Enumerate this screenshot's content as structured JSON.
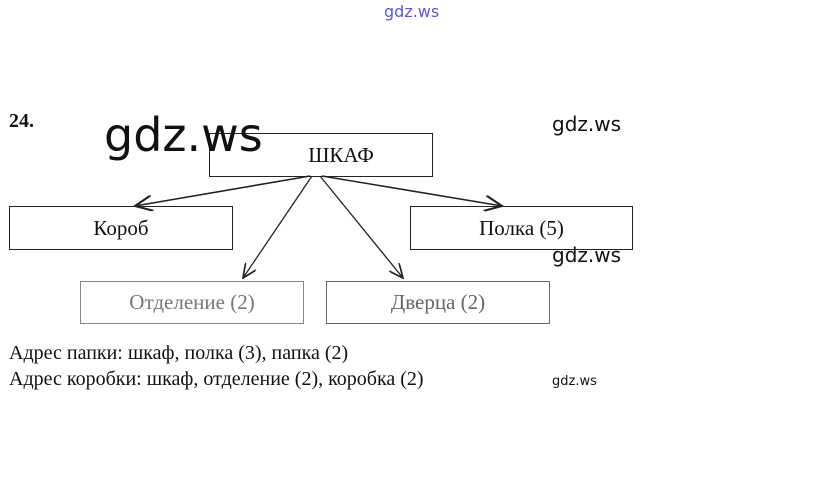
{
  "watermarks": {
    "top": "gdz.ws",
    "large": "gdz.ws",
    "right1": "gdz.ws",
    "right2": "gdz.ws",
    "small": "gdz.ws"
  },
  "task_number": "24.",
  "nodes": {
    "root": "ШКАФ",
    "box": "Короб",
    "shelf": "Полка (5)",
    "section": "Отделение (2)",
    "door": "Дверца (2)"
  },
  "answers": [
    "Адрес папки: шкаф, полка (3), папка (2)",
    "Адрес коробки: шкаф, отделение (2), коробка (2)"
  ],
  "colors": {
    "watermark_top": "#5a5ad0"
  }
}
